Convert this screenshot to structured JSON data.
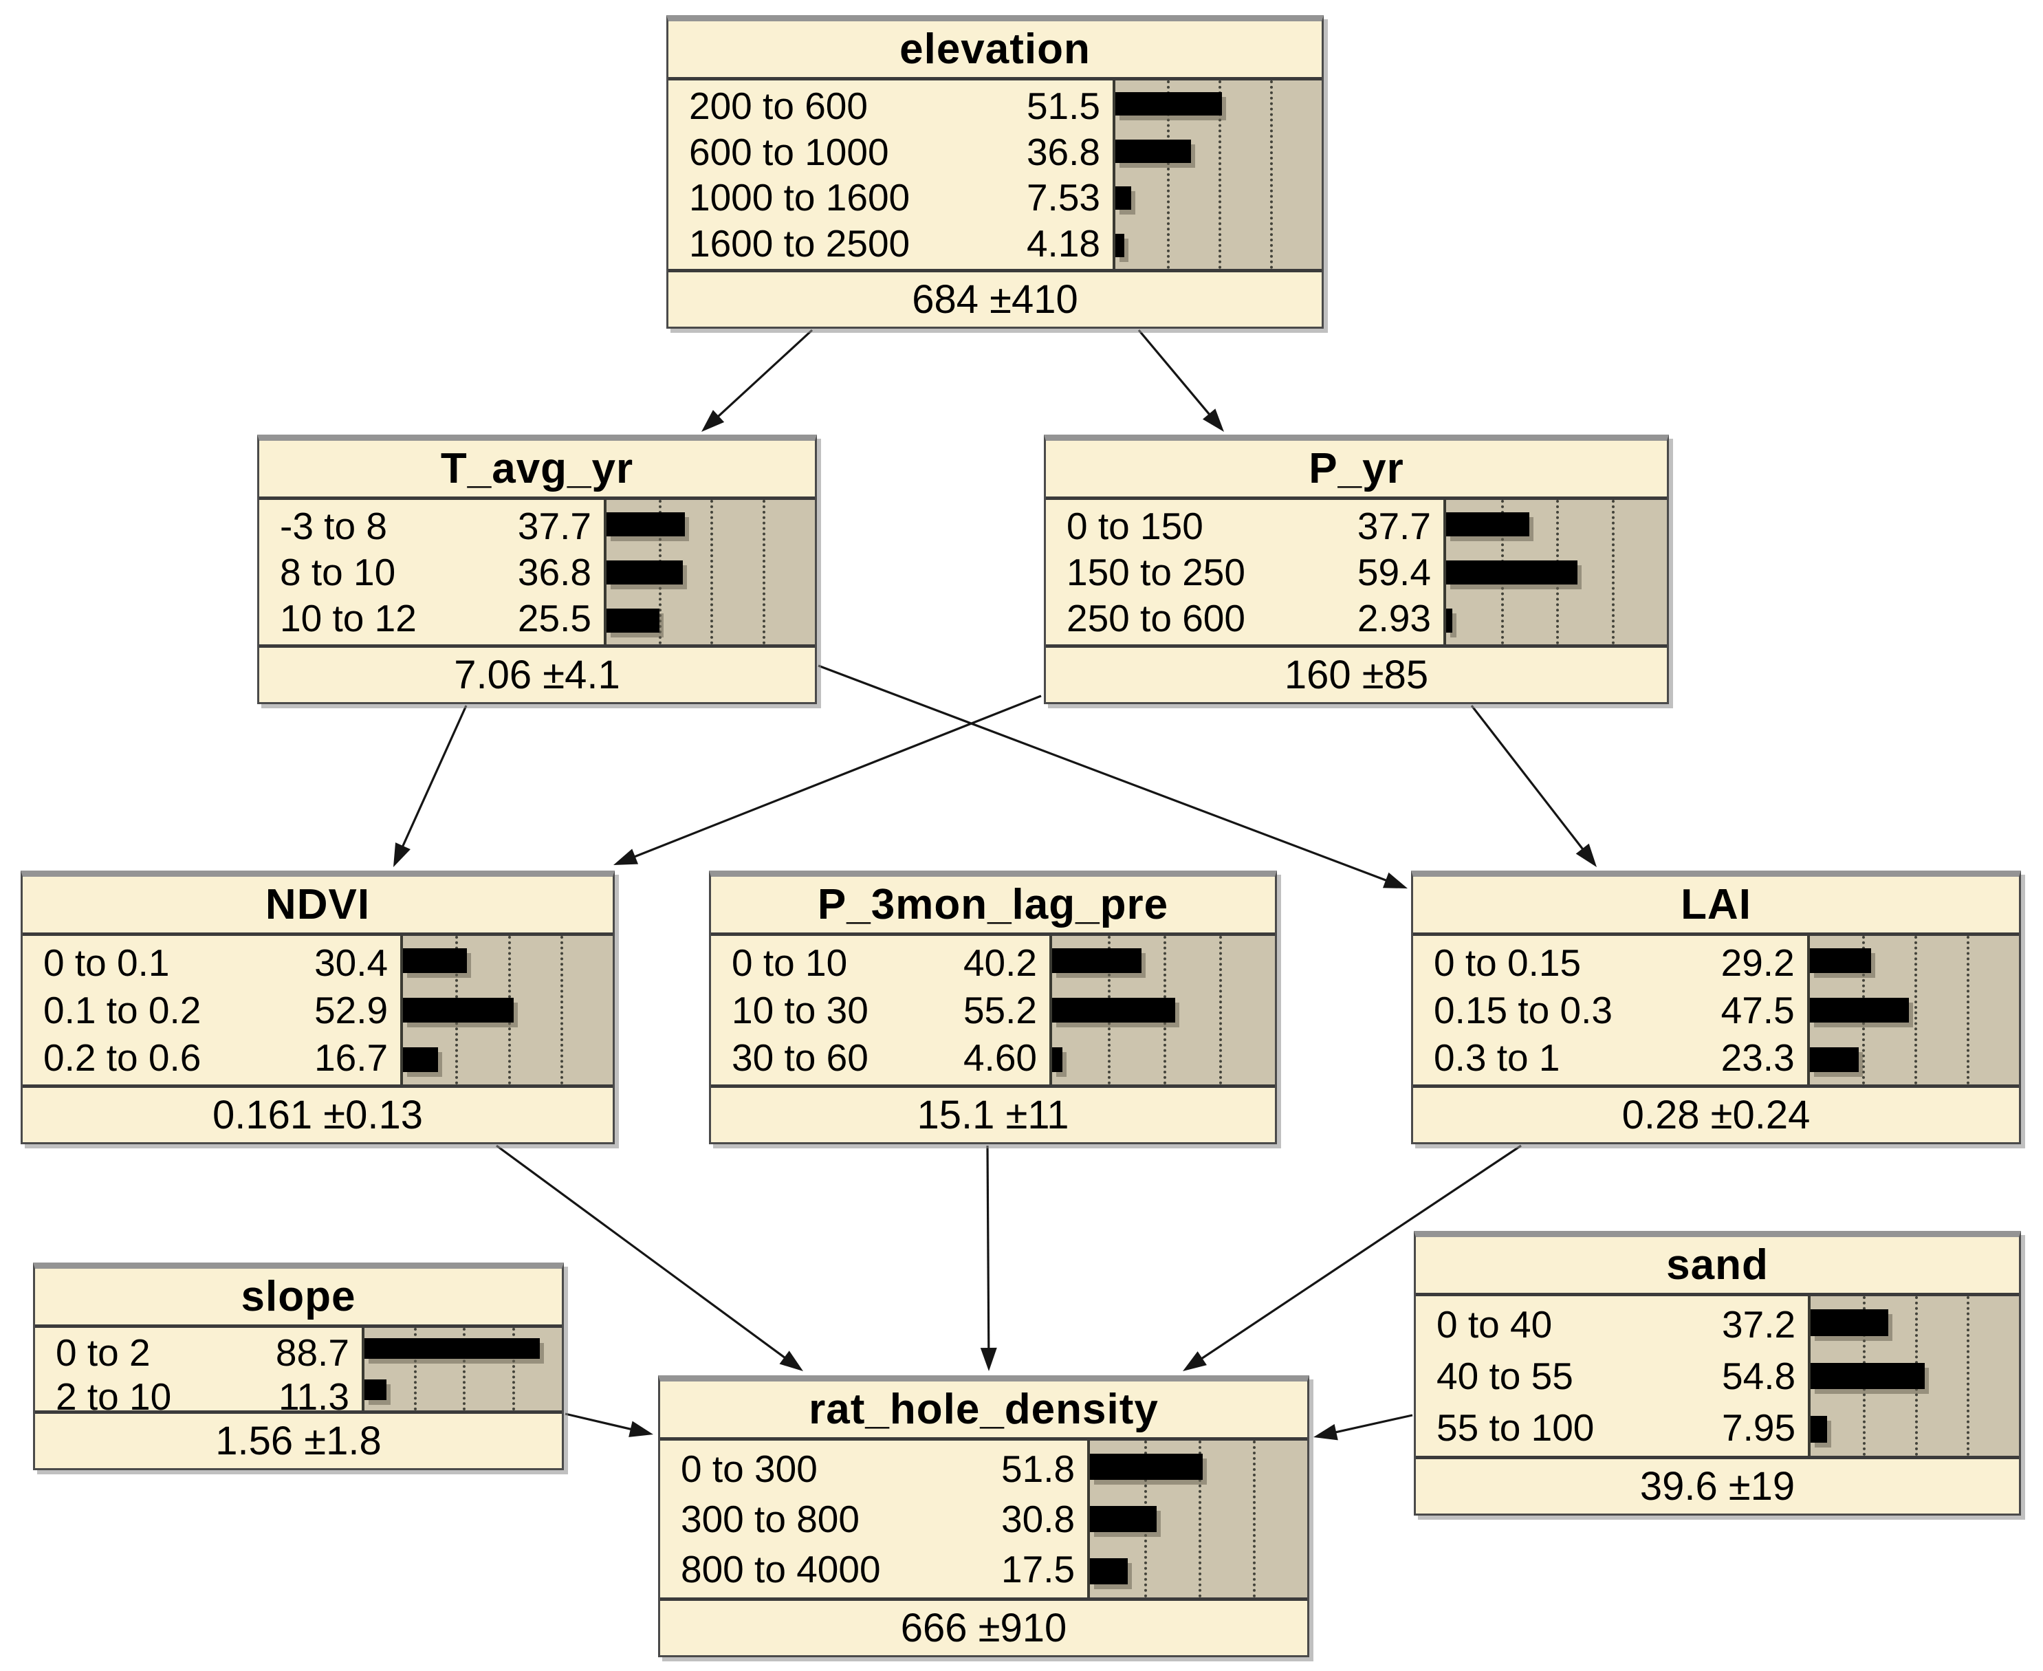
{
  "colors": {
    "background": "#FFFFFF",
    "node_fill": "#FAF1D3",
    "bar_area_fill": "#CCC4AE",
    "bar_fill": "#000000",
    "border": "#4A4A4A"
  },
  "network": {
    "nodes": [
      {
        "id": "elevation",
        "title": "elevation",
        "states": [
          {
            "label": "200 to 600",
            "value": "51.5",
            "pct": 51.5
          },
          {
            "label": "600 to 1000",
            "value": "36.8",
            "pct": 36.8
          },
          {
            "label": "1000 to 1600",
            "value": "7.53",
            "pct": 7.53
          },
          {
            "label": "1600 to 2500",
            "value": "4.18",
            "pct": 4.18
          }
        ],
        "footer": "684 ±410"
      },
      {
        "id": "T_avg_yr",
        "title": "T_avg_yr",
        "states": [
          {
            "label": "-3 to 8",
            "value": "37.7",
            "pct": 37.7
          },
          {
            "label": "8 to 10",
            "value": "36.8",
            "pct": 36.8
          },
          {
            "label": "10 to 12",
            "value": "25.5",
            "pct": 25.5
          }
        ],
        "footer": "7.06 ±4.1"
      },
      {
        "id": "P_yr",
        "title": "P_yr",
        "states": [
          {
            "label": "0 to 150",
            "value": "37.7",
            "pct": 37.7
          },
          {
            "label": "150 to 250",
            "value": "59.4",
            "pct": 59.4
          },
          {
            "label": "250 to 600",
            "value": "2.93",
            "pct": 2.93
          }
        ],
        "footer": "160 ±85"
      },
      {
        "id": "NDVI",
        "title": "NDVI",
        "states": [
          {
            "label": "0 to 0.1",
            "value": "30.4",
            "pct": 30.4
          },
          {
            "label": "0.1 to 0.2",
            "value": "52.9",
            "pct": 52.9
          },
          {
            "label": "0.2 to 0.6",
            "value": "16.7",
            "pct": 16.7
          }
        ],
        "footer": "0.161 ±0.13"
      },
      {
        "id": "P_3mon_lag_pre",
        "title": "P_3mon_lag_pre",
        "states": [
          {
            "label": "0 to 10",
            "value": "40.2",
            "pct": 40.2
          },
          {
            "label": "10 to 30",
            "value": "55.2",
            "pct": 55.2
          },
          {
            "label": "30 to 60",
            "value": "4.60",
            "pct": 4.6
          }
        ],
        "footer": "15.1 ±11"
      },
      {
        "id": "LAI",
        "title": "LAI",
        "states": [
          {
            "label": "0 to 0.15",
            "value": "29.2",
            "pct": 29.2
          },
          {
            "label": "0.15 to 0.3",
            "value": "47.5",
            "pct": 47.5
          },
          {
            "label": "0.3 to 1",
            "value": "23.3",
            "pct": 23.3
          }
        ],
        "footer": "0.28 ±0.24"
      },
      {
        "id": "slope",
        "title": "slope",
        "states": [
          {
            "label": "0 to 2",
            "value": "88.7",
            "pct": 88.7
          },
          {
            "label": "2 to 10",
            "value": "11.3",
            "pct": 11.3
          }
        ],
        "footer": "1.56 ±1.8"
      },
      {
        "id": "sand",
        "title": "sand",
        "states": [
          {
            "label": "0 to 40",
            "value": "37.2",
            "pct": 37.2
          },
          {
            "label": "40 to 55",
            "value": "54.8",
            "pct": 54.8
          },
          {
            "label": "55 to 100",
            "value": "7.95",
            "pct": 7.95
          }
        ],
        "footer": "39.6 ±19"
      },
      {
        "id": "rat_hole_density",
        "title": "rat_hole_density",
        "states": [
          {
            "label": "0 to 300",
            "value": "51.8",
            "pct": 51.8
          },
          {
            "label": "300 to 800",
            "value": "30.8",
            "pct": 30.8
          },
          {
            "label": "800 to 4000",
            "value": "17.5",
            "pct": 17.5
          }
        ],
        "footer": "666 ±910"
      }
    ],
    "edges": [
      {
        "from": "elevation",
        "to": "T_avg_yr"
      },
      {
        "from": "elevation",
        "to": "P_yr"
      },
      {
        "from": "T_avg_yr",
        "to": "NDVI"
      },
      {
        "from": "T_avg_yr",
        "to": "LAI"
      },
      {
        "from": "P_yr",
        "to": "NDVI"
      },
      {
        "from": "P_yr",
        "to": "LAI"
      },
      {
        "from": "NDVI",
        "to": "rat_hole_density"
      },
      {
        "from": "P_3mon_lag_pre",
        "to": "rat_hole_density"
      },
      {
        "from": "LAI",
        "to": "rat_hole_density"
      },
      {
        "from": "slope",
        "to": "rat_hole_density"
      },
      {
        "from": "sand",
        "to": "rat_hole_density"
      }
    ]
  }
}
